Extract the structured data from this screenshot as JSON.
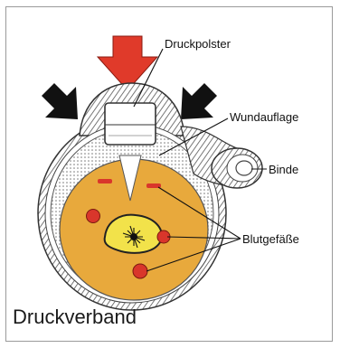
{
  "labels": {
    "pressure_pad": "Druckpolster",
    "wound_dressing": "Wundauflage",
    "bandage": "Binde",
    "blood_vessels": "Blutgefäße"
  },
  "caption": "Druckverband",
  "colors": {
    "tissue": "#E8A93C",
    "arrow_red": "#E03A2A",
    "arrow_black": "#111111",
    "vessel": "#D9362B",
    "core_yellow": "#F2E24A",
    "frame": "#9A9A9A"
  },
  "icons": [
    "down-arrow-icon",
    "diagonal-arrow-icon"
  ]
}
